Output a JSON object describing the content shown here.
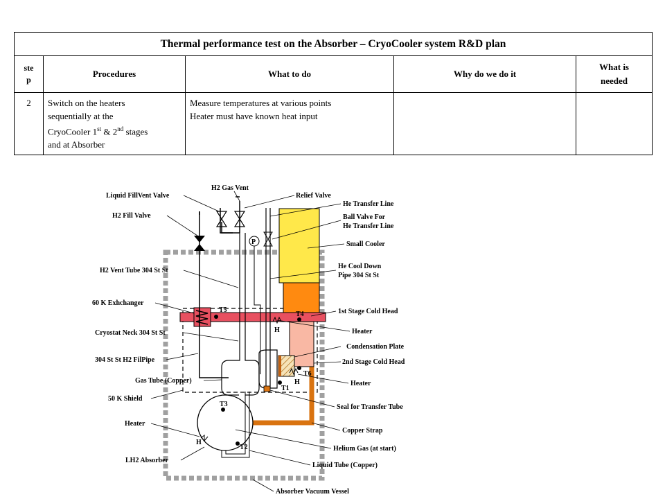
{
  "table": {
    "title": "Thermal performance test on the Absorber – CryoCooler system R&D plan",
    "headers": {
      "step_line1": "ste",
      "step_line2": "p",
      "procedures": "Procedures",
      "what_to_do": "What to do",
      "why": "Why do we do it",
      "needed_line1": "What is",
      "needed_line2": "needed"
    },
    "row": {
      "step": "2",
      "procedure_line1": "Switch on the heaters",
      "procedure_line2": "sequentially  at the",
      "procedure_line3_pre": "CryoCooler 1",
      "procedure_sup1": "st",
      "procedure_line3_mid": " & 2",
      "procedure_sup2": "nd",
      "procedure_line3_post": " stages",
      "procedure_line4": "and at Absorber",
      "what_line1": "Measure temperatures at various points",
      "what_line2": "Heater must have known heat input",
      "why": "",
      "needed": ""
    }
  },
  "diagram": {
    "labels": {
      "liquid_fill_vent_valve": "Liquid FillVent Valve",
      "h2_fill_valve": "H2 Fill Valve",
      "h2_vent_tube": "H2 Vent Tube 304 St St",
      "exchanger_60k": "60 K Exhchanger",
      "cryostat_neck": "Cryostat Neck 304 St St",
      "fill_pipe": "304 St St H2 FilPipe",
      "gas_tube": "Gas Tube (Copper)",
      "shield_50k": "50 K Shield",
      "heater_left": "Heater",
      "lh2_absorber": "LH2 Absorber",
      "h2_gas_vent": "H2 Gas Vent",
      "relief_valve": "Relief Valve",
      "he_transfer_line": "He Transfer Line",
      "ball_valve_1": "Ball Valve For",
      "ball_valve_2": "He Transfer Line",
      "small_cooler": "Small Cooler",
      "he_cool_down_1": "He Cool Down",
      "he_cool_down_2": "Pipe 304 St St",
      "first_stage": "1st Stage Cold Head",
      "heater_r1": "Heater",
      "condensation_plate": "Condensation Plate",
      "second_stage": "2nd Stage Cold Head",
      "heater_r2": "Heater",
      "seal_transfer": "Seal for Transfer Tube",
      "copper_strap": "Copper Strap",
      "helium_gas": "Helium Gas (at start)",
      "liquid_tube": "Liquid Tube (Copper)",
      "absorber_vessel": "Absorber Vacuum Vessel"
    },
    "sensors": {
      "t1": "T1",
      "t2": "T2",
      "t3": "T3",
      "t4": "T4",
      "t5": "T5",
      "t6": "T6",
      "h_a": "H",
      "h_b": "H",
      "h_c": "H",
      "p": "P"
    },
    "colors": {
      "small_cooler": "#FFE84A",
      "first_stage": "#FF8A10",
      "second_stage": "#F9B8A4",
      "copper": "#D97310",
      "exchanger_bar": "#E85060",
      "vessel_border": "#A0A0A0"
    }
  }
}
